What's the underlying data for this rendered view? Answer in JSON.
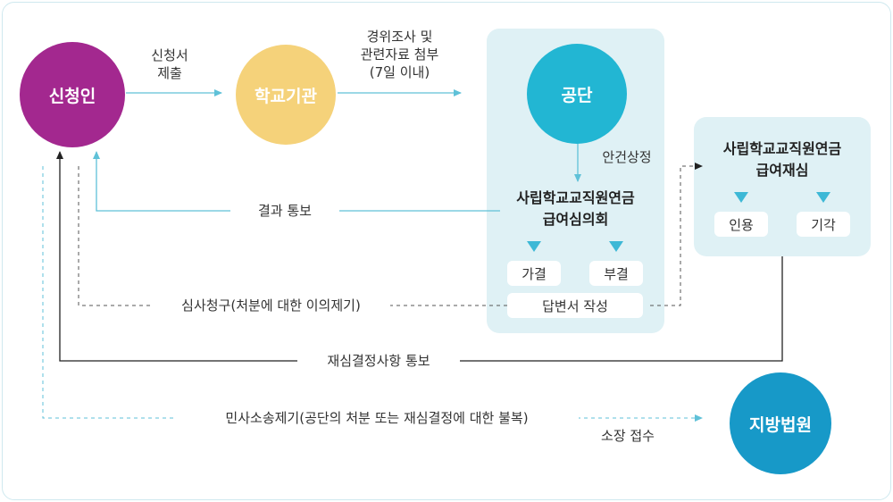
{
  "colors": {
    "applicant": "#a3288f",
    "school": "#f5d27a",
    "agency": "#22b6d3",
    "court": "#1799c8",
    "panel": "#dff1f5",
    "arrow": "#5fc1d8"
  },
  "nodes": {
    "applicant": "신청인",
    "school": "학교기관",
    "agency": "공단",
    "court": "지방법원"
  },
  "labels": {
    "submit_line1": "신청서",
    "submit_line2": "제출",
    "forward_line1": "경위조사 및",
    "forward_line2": "관련자료 첨부",
    "forward_line3": "(7일 이내)",
    "referral": "안건상정",
    "result_notice": "결과 통보",
    "review_request": "심사청구(처분에 대한 이의제기)",
    "rereview_notice": "재심결정사항 통보",
    "civil_suit": "민사소송제기(공단의 처분 또는 재심결정에 대한 불복)",
    "filing": "소장 접수"
  },
  "committee": {
    "title_line1": "사립학교교직원연금",
    "title_line2": "급여심의회",
    "approve": "가결",
    "reject": "부결",
    "reply": "답변서 작성"
  },
  "rereview": {
    "title_line1": "사립학교교직원연금",
    "title_line2": "급여재심",
    "accept": "인용",
    "dismiss": "기각"
  }
}
